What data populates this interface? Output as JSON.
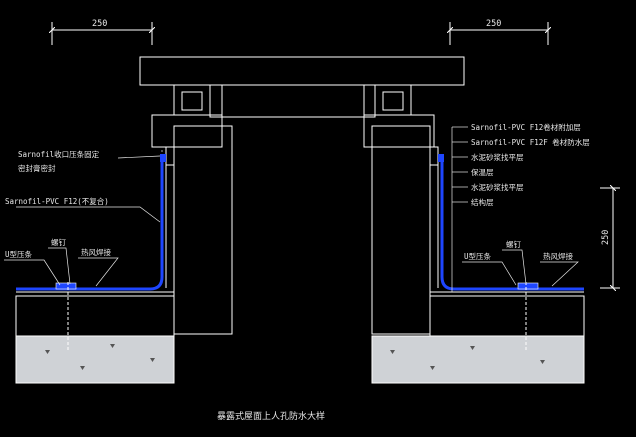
{
  "dimensions": {
    "top_left": "250",
    "top_right": "250",
    "right_vertical": "250"
  },
  "left_labels": {
    "edge_seal_line1": "Sarnofil收口压条固定",
    "edge_seal_line2": "密封膏密封",
    "membrane": "Sarnofil-PVC F12(不复合)",
    "u_bar": "U型压条",
    "nail": "螺钉",
    "weld": "热风焊接"
  },
  "right_labels": {
    "layer1": "Sarnofil-PVC F12卷材附加层",
    "layer2": "Sarnofil-PVC F12F 卷材防水层",
    "layer3": "水泥砂浆找平层",
    "layer4": "保温层",
    "layer5": "水泥砂浆找平层",
    "layer6": "结构层",
    "u_bar": "U型压条",
    "nail": "螺钉",
    "weld": "热风焊接"
  },
  "title": "暴露式屋面上人孔防水大样",
  "colors": {
    "background": "#000000",
    "lines": "#ffffff",
    "membrane": "#1e46ff"
  }
}
